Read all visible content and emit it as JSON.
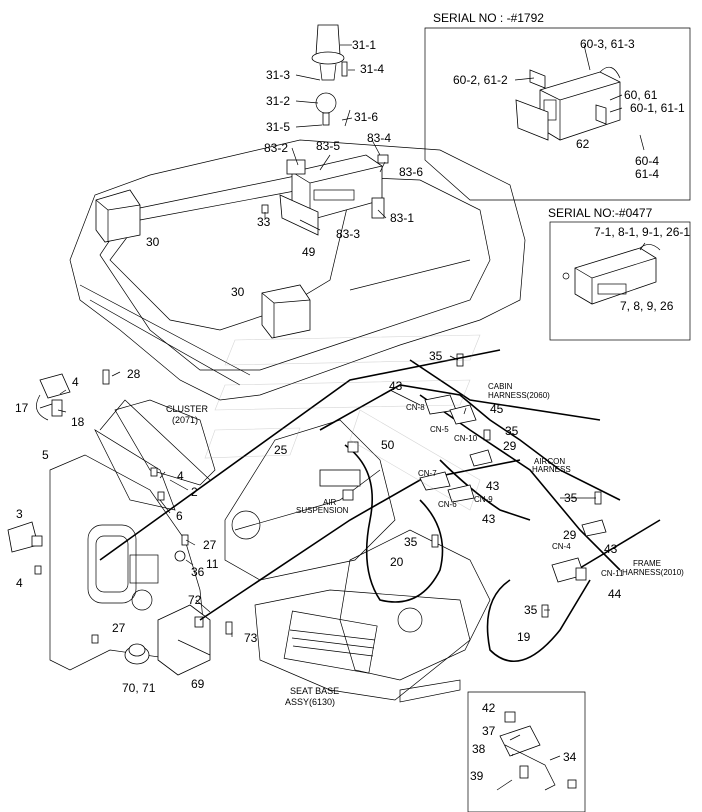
{
  "serial_boxes": {
    "upper": {
      "title": "SERIAL NO : -#1792"
    },
    "lower": {
      "title": "SERIAL NO:-#0477"
    }
  },
  "callouts": {
    "c31_1": "31-1",
    "c31_3": "31-3",
    "c31_4": "31-4",
    "c31_2": "31-2",
    "c31_5": "31-5",
    "c31_6": "31-6",
    "c83_4": "83-4",
    "c83_2": "83-2",
    "c83_5": "83-5",
    "c83_6": "83-6",
    "c83_1": "83-1",
    "c83_3": "83-3",
    "c33": "33",
    "c49": "49",
    "c30a": "30",
    "c30b": "30",
    "c60_3": "60-3, 61-3",
    "c60_2": "60-2, 61-2",
    "c60": "60, 61",
    "c60_1": "60-1, 61-1",
    "c62": "62",
    "c60_4": "60-4",
    "c61_4": "61-4",
    "c7_1": "7-1, 8-1, 9-1, 26-1",
    "c7": "7, 8, 9, 26",
    "c28": "28",
    "c17": "17",
    "c4a": "4",
    "c18": "18",
    "c5": "5",
    "c3": "3",
    "c4b": "4",
    "c4c": "4",
    "c2": "2",
    "c6": "6",
    "c27a": "27",
    "c11": "11",
    "c36": "36",
    "c27b": "27",
    "c72": "72",
    "c73": "73",
    "c69": "69",
    "c70": "70, 71",
    "c35a": "35",
    "c43a": "43",
    "c45": "45",
    "c35b": "35",
    "c29a": "29",
    "c50": "50",
    "c25": "25",
    "c43b": "43",
    "c43c": "43",
    "c20": "20",
    "c35c": "35",
    "c35d": "35",
    "c29b": "29",
    "c43d": "43",
    "c44": "44",
    "c19": "19",
    "c35e": "35",
    "c42": "42",
    "c37": "37",
    "c38": "38",
    "c34": "34",
    "c39": "39"
  },
  "notes": {
    "cluster": "CLUSTER",
    "cluster_code": "(2071)",
    "cabin": "CABIN",
    "cabin_code": "HARNESS(2060)",
    "aircon": "AIRCON",
    "aircon2": "HARNESS",
    "air_susp": "AIR",
    "air_susp2": "SUSPENSION",
    "frame": "FRAME",
    "frame_code": "HARNESS(2010)",
    "seat": "SEAT BASE",
    "seat_code": "ASSY(6130)"
  },
  "connectors": {
    "cn8": "CN-8",
    "cn5": "CN-5",
    "cn10": "CN-10",
    "cn7": "CN-7",
    "cn6": "CN-6",
    "cn9": "CN-9",
    "cn4": "CN-4",
    "cn11": "CN-11"
  }
}
